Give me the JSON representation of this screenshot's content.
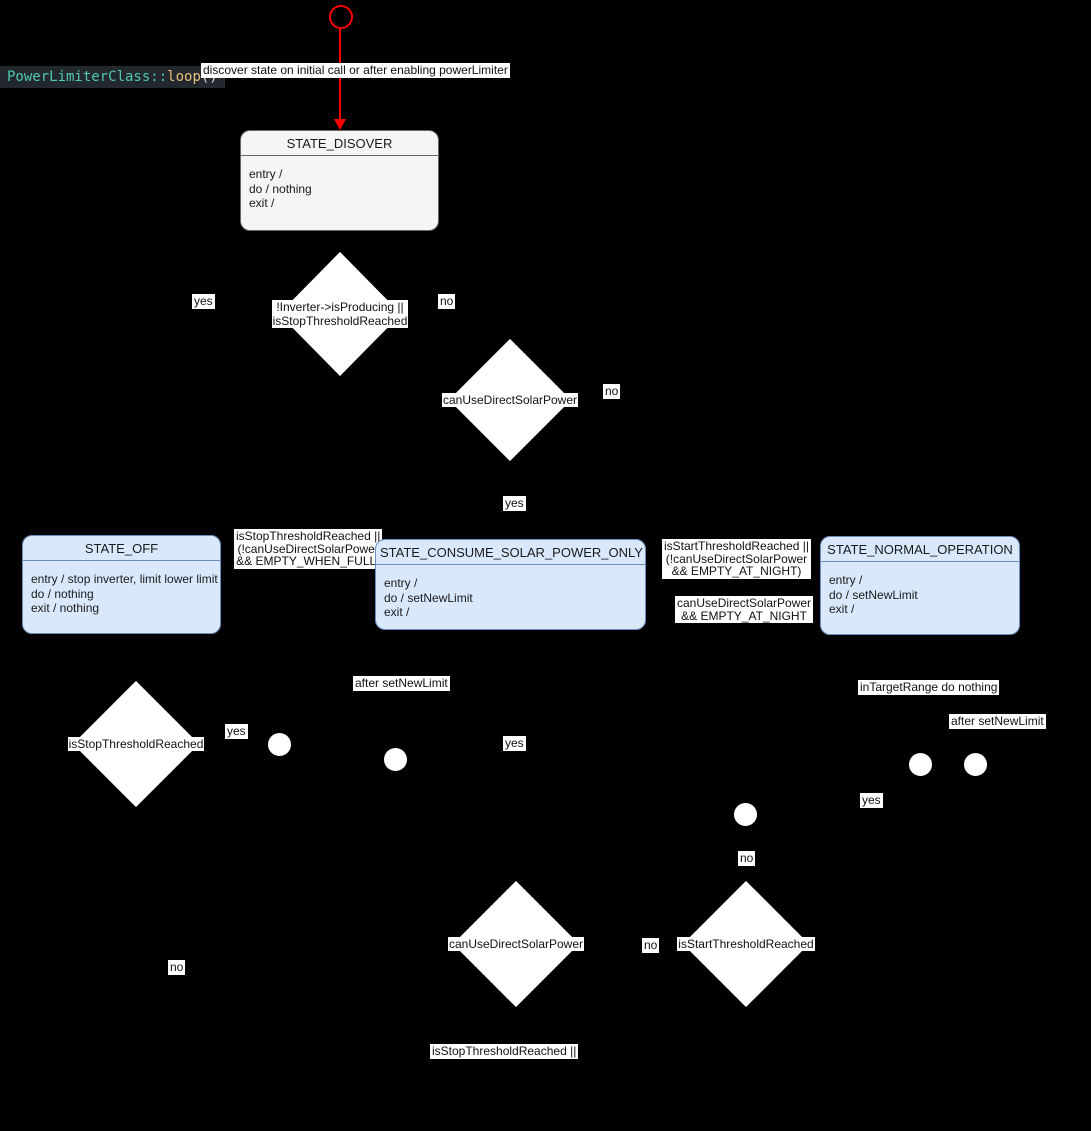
{
  "code_label": {
    "class_name": "PowerLimiterClass",
    "scope_operator": "::",
    "method": "loop",
    "parens": "()"
  },
  "colors": {
    "background": "#000000",
    "transition_red": "#ff0000",
    "state_blue_fill": "#dae8fc",
    "state_blue_border": "#6c8ebf",
    "state_gray_fill": "#f5f5f5",
    "state_gray_border": "#666666",
    "label_background": "#ffffff",
    "code_chip_background": "#23272e",
    "code_teal": "#4ec9b0",
    "code_yellow": "#e5c07b"
  },
  "states": {
    "discover": {
      "title": "STATE_DISOVER",
      "lines": [
        "entry /",
        "do / nothing",
        "exit /"
      ]
    },
    "off": {
      "title": "STATE_OFF",
      "lines": [
        "entry / stop inverter, limit lower limit",
        "do / nothing",
        "exit / nothing"
      ]
    },
    "consume": {
      "title": "STATE_CONSUME_SOLAR_POWER_ONLY",
      "lines": [
        "entry /",
        "do / setNewLimit",
        "exit /"
      ]
    },
    "normal": {
      "title": "STATE_NORMAL_OPERATION",
      "lines": [
        "entry /",
        "do / setNewLimit",
        "exit /"
      ]
    }
  },
  "decisions": {
    "producing_or_stop": [
      "!Inverter->isProducing ||",
      "isStopThresholdReached"
    ],
    "can_use_direct_solar_top": "canUseDirectSolarPower",
    "stop_threshold": "isStopThresholdReached",
    "can_use_direct_solar_bottom": "canUseDirectSolarPower",
    "start_threshold": "isStartThresholdReached"
  },
  "labels": {
    "discover_note": "discover state on initial call or after enabling powerLimiter",
    "yes": "yes",
    "no": "no",
    "after_set_new_limit": "after setNewLimit",
    "in_target_range": "inTargetRange do nothing",
    "off_condition": [
      "isStopThresholdReached ||",
      "(!canUseDirectSolarPower",
      "&& EMPTY_WHEN_FULL)"
    ],
    "start_condition": [
      "isStartThresholdReached ||",
      "(!canUseDirectSolarPower",
      "&& EMPTY_AT_NIGHT)"
    ],
    "night_condition": [
      "canUseDirectSolarPower",
      "&& EMPTY_AT_NIGHT"
    ],
    "stop_threshold_partial": "isStopThresholdReached ||"
  }
}
